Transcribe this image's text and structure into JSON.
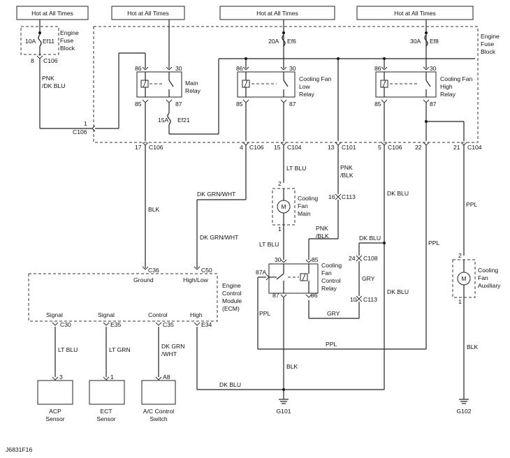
{
  "power": {
    "hot1": "Hot at All Times",
    "hot2": "Hot at All Times",
    "hot3": "Hot at All Times",
    "hot4": "Hot at All Times"
  },
  "fuse_block": {
    "engine_fuse_block_left": [
      "Engine",
      "Fuse",
      "Block"
    ],
    "engine_fuse_block_right": [
      "Engine",
      "Fuse",
      "Block"
    ],
    "ef11_rating": "10A",
    "ef11": "Ef11",
    "ef6_rating": "20A",
    "ef6": "Ef6",
    "ef8_rating": "30A",
    "ef8": "Ef8",
    "ef21_rating": "15A",
    "ef21": "Ef21"
  },
  "relays": {
    "main": [
      "Main",
      "Relay"
    ],
    "low": [
      "Cooling Fan",
      "Low",
      "Relay"
    ],
    "high": [
      "Cooling Fan",
      "High",
      "Relay"
    ],
    "control": [
      "Cooling",
      "Fan",
      "Control",
      "Relay"
    ],
    "pins": {
      "p86": "86",
      "p30": "30",
      "p85": "85",
      "p87": "87",
      "p87a": "87A"
    }
  },
  "connectors": {
    "c106_8_pin": "8",
    "c106_8": "C106",
    "c106_1_pin": "1",
    "c106_1": "C106",
    "c106_17_pin": "17",
    "c106_17": "C106",
    "c106_4_pin": "4",
    "c106_4": "C106",
    "c104_15_pin": "15",
    "c104_15": "C104",
    "c101_13_pin": "13",
    "c101_13": "C101",
    "c106_5_pin": "5",
    "c106_5": "C106",
    "c104_22_pin": "22",
    "c104_21_pin": "21",
    "c104_21": "C104",
    "c113_16_pin": "16",
    "c113_16": "C113",
    "c108_24_pin": "24",
    "c108_24": "C108",
    "c113_10_pin": "10",
    "c113_10": "C113",
    "c36": "C36",
    "c50": "C50",
    "c30": "C30",
    "e35": "E35",
    "c35": "C35",
    "e34": "E34",
    "fan_main_pin2": "2",
    "fan_main_pin1": "1",
    "fan_aux_pin2": "2",
    "fan_aux_pin1": "1",
    "acp_pin": "3",
    "ect_pin": "1",
    "ac_pin": "A8"
  },
  "wires": {
    "pnk_dkblu": [
      "PNK",
      "/DK BLU"
    ],
    "blk1": "BLK",
    "dkgrn_wht1": "DK GRN/WHT",
    "dkgrn_wht2": "DK GRN/WHT",
    "lt_blu1": "LT BLU",
    "lt_blu2": "LT BLU",
    "pnk_blk1": [
      "PNK",
      "/BLK"
    ],
    "pnk_blk2": [
      "PNK",
      "/BLK"
    ],
    "dk_blu1": "DK BLU",
    "dk_blu2": "DK BLU",
    "dk_blu3": "DK BLU",
    "dk_blu4": "DK BLU",
    "ppl1": "PPL",
    "ppl2": "PPL",
    "ppl3": "PPL",
    "ppl4": "PPL",
    "gry1": "GRY",
    "gry2": "GRY",
    "blk2": "BLK",
    "blk3": "BLK",
    "lt_blu_acp": "LT BLU",
    "lt_grn": "LT GRN",
    "dkgrn_wht3": [
      "DK GRN",
      "/WHT"
    ]
  },
  "components": {
    "fan_main": [
      "Cooling",
      "Fan",
      "Main"
    ],
    "fan_aux": [
      "Cooling",
      "Fan",
      "Auxiliary"
    ],
    "ecm": [
      "Engine",
      "Control",
      "Module",
      "(ECM)"
    ],
    "ecm_ground": "Ground",
    "ecm_highlow": "High/Low",
    "ecm_signal1": "Signal",
    "ecm_signal2": "Signal",
    "ecm_control": "Control",
    "ecm_high": "High",
    "acp": [
      "ACP",
      "Sensor"
    ],
    "ect": [
      "ECT",
      "Sensor"
    ],
    "ac_switch": [
      "A/C Control",
      "Switch"
    ],
    "g101": "G101",
    "g102": "G102",
    "motor": "M"
  },
  "footer": {
    "code": "J6831F16"
  }
}
